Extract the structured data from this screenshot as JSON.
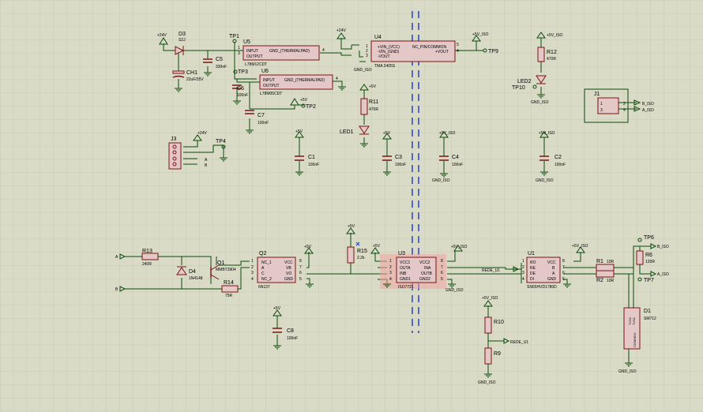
{
  "colors": {
    "background": "#d9dbc6",
    "grid": "#c9cbb4",
    "wire": "#0a4a0a",
    "body": "#e4c8c8",
    "body_stroke": "#7a1414",
    "text": "#000000",
    "isolation": "#1a3acc",
    "selected": "#f2a3a3"
  },
  "labels": {
    "d3": "D3",
    "d3_val": "S2J",
    "tp1": "TP1",
    "u5": "U5",
    "u5_in": "INPUT",
    "u5_out": "OUTPUT",
    "u5_gnd": "GND_(THERMALPAD)",
    "u5_part": "L78M12CDT",
    "c5": "C5",
    "c5_val": "330nF",
    "ch1": "CH1",
    "ch1_val": "22uF/35V",
    "tp3": "TP3",
    "u6": "U6",
    "u6_in": "INPUT",
    "u6_out": "OUTPUT",
    "u6_gnd": "GND_(THERMALPAD)",
    "u6_part": "L78M05CDT",
    "c6": "C6",
    "c6_val": "100nF",
    "c7": "C7",
    "c7_val": "100nF",
    "tp2": "TP2",
    "u4": "U4",
    "u4_p1": "+VIN_(VCC)",
    "u4_p2": "-VIN_(GND)",
    "u4_p3": "-VOUT",
    "u4_p4": "NC_PIN/COMMON",
    "u4_p5": "+VOUT",
    "u4_part": "TMA 2405S",
    "tp9": "TP9",
    "r12": "R12",
    "r12_val": "470R",
    "led2": "LED2",
    "tp10": "TP10",
    "j1": "J1",
    "b_iso": "B_ISO",
    "a_iso": "A_ISO",
    "r11": "R11",
    "r11_val": "470R",
    "led1": "LED1",
    "j3": "J3",
    "tp4": "TP4",
    "a": "A",
    "b": "B",
    "c1": "C1",
    "c1_val": "100nF",
    "c3": "C3",
    "c3_val": "100nF",
    "c4": "C4",
    "c4_val": "100nF",
    "c2": "C2",
    "c2_val": "100nF",
    "r13": "R13",
    "r13_val": "240R",
    "d4": "D4",
    "d4_val": "1N4148",
    "q1": "Q1",
    "q1_val": "MMBT3904",
    "r14": "R14",
    "r14_val": "75R",
    "q2": "Q2",
    "q2_p1": "NC_1",
    "q2_p2": "A",
    "q2_p3": "C",
    "q2_p4": "NC_2",
    "q2_p5": "VCC",
    "q2_p6": "VB",
    "q2_p7": "VO",
    "q2_p8": "GND",
    "q2_val": "6N137",
    "r15": "R15",
    "r15_val": "2.2k",
    "u3": "U3",
    "u3_p1": "VCC1",
    "u3_p2": "OUTA",
    "u3_p3": "INB",
    "u3_p4": "GND1",
    "u3_p5": "VCC2",
    "u3_p6": "INA",
    "u3_p7": "OUTB",
    "u3_p8": "GND2",
    "u3_val": "ISO7721",
    "u1": "U1",
    "u1_p1": "RO",
    "u1_p2": "RE",
    "u1_p3": "DE",
    "u1_p4": "DI",
    "u1_p5": "VCC",
    "u1_p6": "B",
    "u1_p7": "A",
    "u1_p8": "GND",
    "u1_val": "SN65HVD1780D",
    "rede_u1": "REDE_U1",
    "r1": "R1",
    "r1_val": "10R",
    "r2": "R2",
    "r2_val": "10R",
    "tp6": "TP6",
    "r6": "R6",
    "r6_val": "120R",
    "tp7": "TP7",
    "d1": "D1",
    "d1_val": "SM712",
    "tvs1": "TVS1",
    "tvs2": "TVS2",
    "common": "COMMON",
    "c8": "C8",
    "c8_val": "100nF",
    "r10": "R10",
    "r9": "R9",
    "p24v": "+24V",
    "p5v": "+5V",
    "p5v_iso": "+5V_ISO",
    "gnd_iso": "GND_ISO",
    "n1": "1",
    "n2": "2",
    "n3": "3",
    "n4": "4",
    "n5": "5",
    "n6": "6",
    "n7": "7",
    "n8": "8"
  }
}
